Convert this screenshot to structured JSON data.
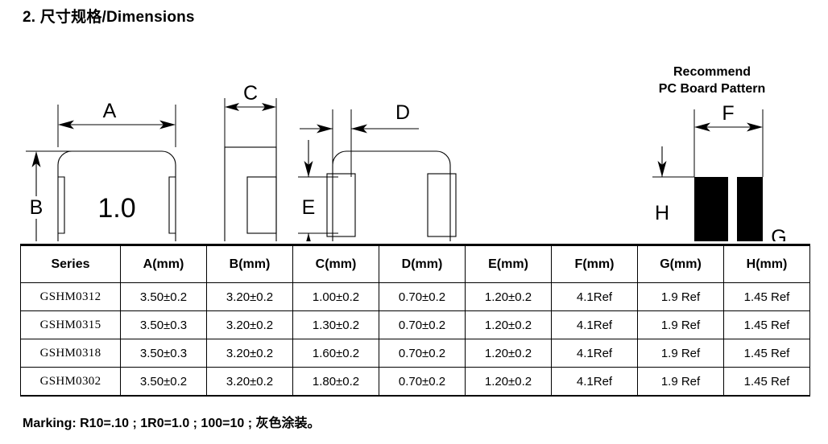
{
  "page": {
    "title": "2.  尺寸规格/Dimensions",
    "marking_note": "Marking: R10=.10 ; 1R0=1.0 ; 100=10 ; 灰色涂装。"
  },
  "drawings": {
    "top_view": {
      "body_marking": "1.0",
      "dim_a_label": "A",
      "dim_b_label": "B"
    },
    "side_view": {
      "dim_c_label": "C"
    },
    "bottom_view": {
      "dim_d_label": "D",
      "dim_e_label": "E"
    },
    "pcb_pattern": {
      "title_line1": "Recommend",
      "title_line2": "PC Board Pattern",
      "dim_f_label": "F",
      "dim_g_label": "G",
      "dim_h_label": "H"
    }
  },
  "table": {
    "headers": [
      "Series",
      "A(mm)",
      "B(mm)",
      "C(mm)",
      "D(mm)",
      "E(mm)",
      "F(mm)",
      "G(mm)",
      "H(mm)"
    ],
    "rows": [
      {
        "series": "GSHM0312",
        "a": "3.50±0.2",
        "b": "3.20±0.2",
        "c": "1.00±0.2",
        "d": "0.70±0.2",
        "e": "1.20±0.2",
        "f": "4.1Ref",
        "g": "1.9 Ref",
        "h": "1.45 Ref"
      },
      {
        "series": "GSHM0315",
        "a": "3.50±0.3",
        "b": "3.20±0.2",
        "c": "1.30±0.2",
        "d": "0.70±0.2",
        "e": "1.20±0.2",
        "f": "4.1Ref",
        "g": "1.9 Ref",
        "h": "1.45 Ref"
      },
      {
        "series": "GSHM0318",
        "a": "3.50±0.3",
        "b": "3.20±0.2",
        "c": "1.60±0.2",
        "d": "0.70±0.2",
        "e": "1.20±0.2",
        "f": "4.1Ref",
        "g": "1.9 Ref",
        "h": "1.45 Ref"
      },
      {
        "series": "GSHM0302",
        "a": "3.50±0.2",
        "b": "3.20±0.2",
        "c": "1.80±0.2",
        "d": "0.70±0.2",
        "e": "1.20±0.2",
        "f": "4.1Ref",
        "g": "1.9 Ref",
        "h": "1.45 Ref"
      }
    ]
  },
  "colors": {
    "ink": "#000000",
    "background": "#ffffff",
    "pad_fill": "#000000"
  }
}
